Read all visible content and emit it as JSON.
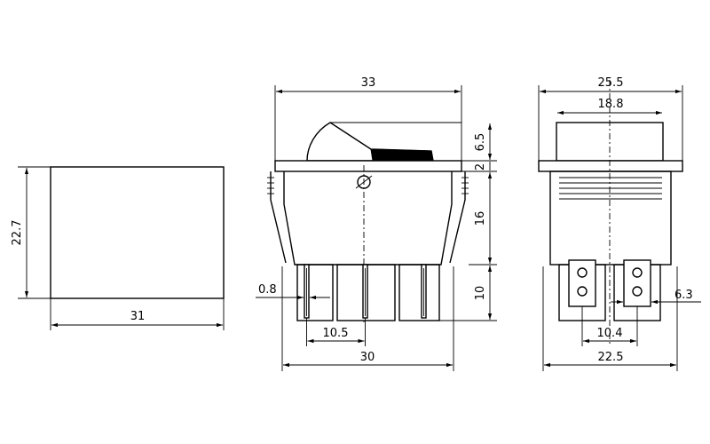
{
  "dimensions": {
    "side_height": "22.7",
    "side_width": "31",
    "front_width_top": "33",
    "rocker_height": "6.5",
    "flange": "2",
    "body_height": "16",
    "pin_height": "10",
    "pin_thickness": "0.8",
    "pin_pitch": "10.5",
    "front_width_bottom": "30",
    "end_width_top": "25.5",
    "end_rocker_width": "18.8",
    "terminal_width": "6.3",
    "end_pin_pitch": "10.4",
    "end_width_bottom": "22.5"
  }
}
